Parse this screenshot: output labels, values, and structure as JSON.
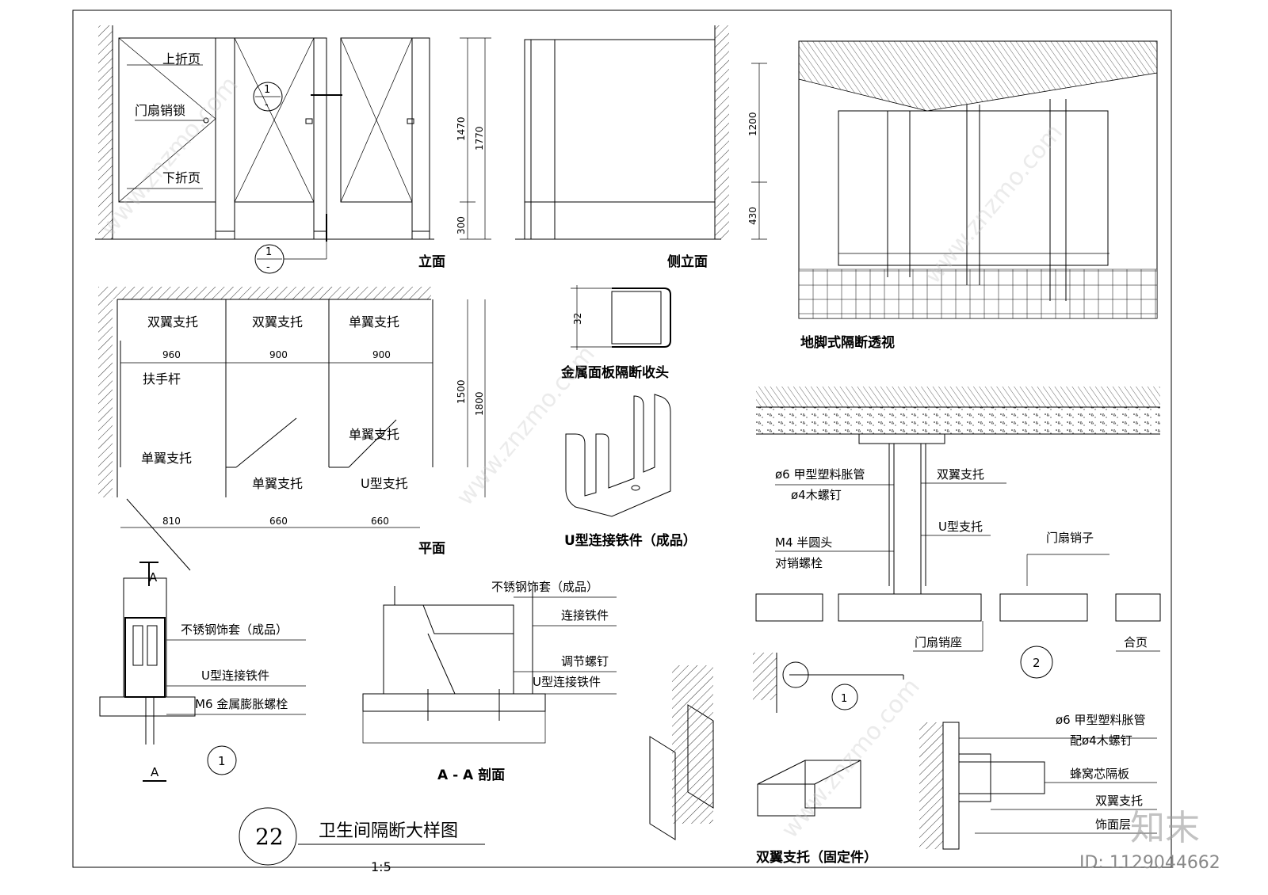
{
  "sheet": {
    "number": "22",
    "title": "卫生间隔断大样图",
    "scale": "1:5",
    "id_text": "ID: 1129044662",
    "watermark": "www.znzmo.com",
    "brand_watermark": "知末"
  },
  "elevation": {
    "title": "立面",
    "labels": {
      "top_hinge": "上折页",
      "door_lock": "门扇销锁",
      "bottom_hinge": "下折页"
    },
    "dims": [
      "1470",
      "1770",
      "300"
    ],
    "callout": {
      "num": "1",
      "sub": "-"
    }
  },
  "side_elevation": {
    "title": "侧立面",
    "dims": [
      "1200",
      "430"
    ]
  },
  "perspective": {
    "title": "地脚式隔断透视"
  },
  "plan": {
    "title": "平面",
    "labels": {
      "double_wing_1": "双翼支托",
      "double_wing_2": "双翼支托",
      "single_wing_top": "单翼支托",
      "handrail": "扶手杆",
      "single_wing_left": "单翼支托",
      "single_wing_mid": "单翼支托",
      "single_wing_right": "单翼支托",
      "u_support": "U型支托"
    },
    "dims_top": [
      "960",
      "900",
      "900"
    ],
    "dims_bottom": [
      "810",
      "660",
      "660"
    ],
    "dims_side": [
      "1500",
      "1800"
    ]
  },
  "edge_detail": {
    "title": "金属面板隔断收头",
    "dim": "32"
  },
  "u_connector": {
    "title": "U型连接铁件（成品）"
  },
  "detail1": {
    "labels": {
      "sleeve": "不锈钢饰套（成品）",
      "u_connector": "U型连接铁件",
      "bolt": "M6 金属膨胀螺栓"
    },
    "section_mark": "A",
    "callout": "1"
  },
  "section_aa": {
    "title": "A - A 剖面",
    "labels": {
      "sleeve": "不锈钢饰套（成品）",
      "connector": "连接铁件",
      "adjust_screw": "调节螺钉",
      "u_connector": "U型连接铁件"
    }
  },
  "detail2": {
    "labels": {
      "plastic_tube": "ø6 甲型塑料胀管",
      "wood_screw": "ø4木螺钉",
      "double_wing": "双翼支托",
      "u_support": "U型支托",
      "m4_bolt": "M4 半圆头",
      "m4_bolt2": "对销螺栓",
      "door_pin": "门扇销子",
      "pin_seat": "门扇销座",
      "hinge": "合页"
    },
    "callout": "2"
  },
  "fixing_detail": {
    "title": "双翼支托（固定件）",
    "labels": {
      "tube": "ø6 甲型塑料胀管",
      "tube2": "配ø4木螺钉",
      "honeycomb": "蜂窝芯隔板",
      "double_wing": "双翼支托",
      "finish": "饰面层"
    },
    "callout": "1"
  }
}
